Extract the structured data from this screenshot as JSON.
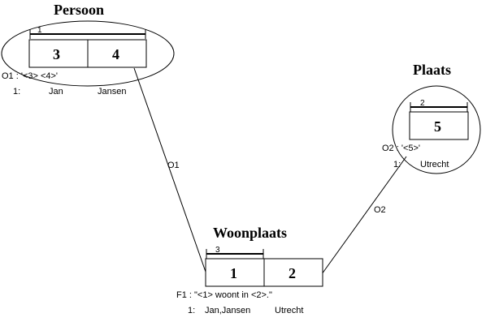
{
  "persoon": {
    "title": "Persoon",
    "roles": [
      "3",
      "4"
    ],
    "uniqueness": "1",
    "fact_label": "O1 : '<3> <4>'",
    "row_index": "1:",
    "row_values": [
      "Jan",
      "Jansen"
    ]
  },
  "plaats": {
    "title": "Plaats",
    "roles": [
      "5"
    ],
    "uniqueness": "2",
    "fact_label": "O2 : '<5>'",
    "row_index": "1:",
    "row_values": [
      "Utrecht"
    ]
  },
  "woonplaats": {
    "title": "Woonplaats",
    "roles": [
      "1",
      "2"
    ],
    "uniqueness": "3",
    "fact_label": "F1 : \"<1> woont in <2>.\"",
    "row_index": "1:",
    "row_values": [
      "Jan,Jansen",
      "Utrecht"
    ]
  },
  "connectors": {
    "left_label": "O1",
    "right_label": "O2"
  }
}
